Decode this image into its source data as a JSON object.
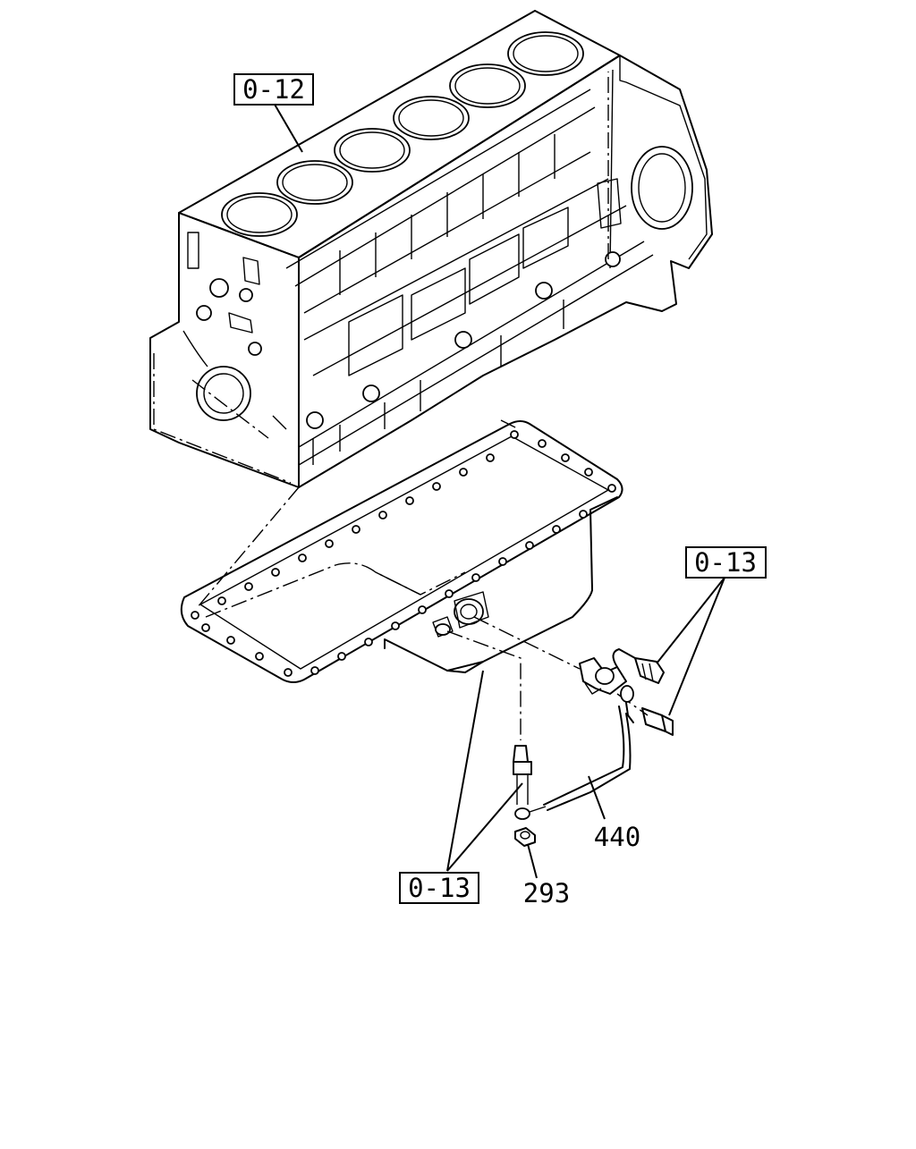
{
  "callouts": {
    "ref_block": "0-12",
    "ref_sensor": "0-13",
    "ref_pan": "0-13",
    "part_harness": "440",
    "part_nut": "293"
  }
}
